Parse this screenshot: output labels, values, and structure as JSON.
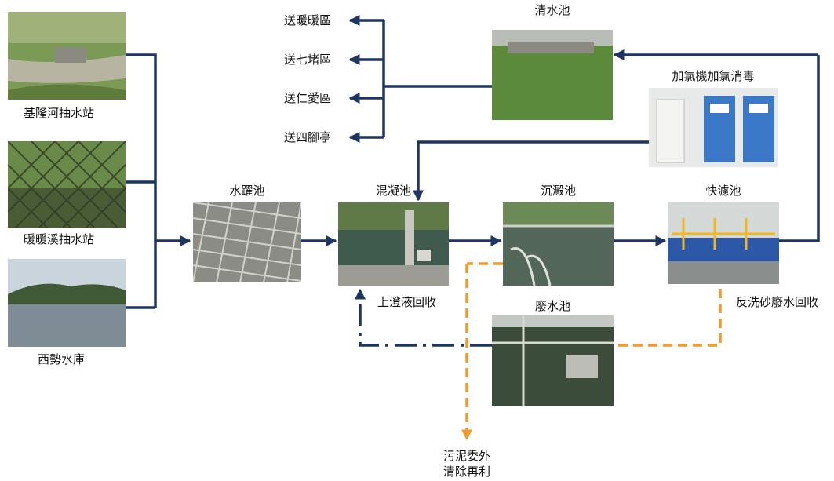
{
  "colors": {
    "flow_line": "#1f3561",
    "sludge_line": "#f29a2e",
    "recycle_line": "#1f3561"
  },
  "sources": [
    {
      "label": "基隆河抽水站",
      "icon": "river-photo"
    },
    {
      "label": "暖暖溪抽水站",
      "icon": "fence-photo"
    },
    {
      "label": "西勢水庫",
      "icon": "reservoir-photo"
    }
  ],
  "stages": {
    "intake": "水躍池",
    "coagulation": "混凝池",
    "sedimentation": "沉澱池",
    "filter": "快濾池",
    "chlorine": "加氯機加氯消毒",
    "clearwell": "清水池",
    "wastewater": "廢水池"
  },
  "destinations": [
    "送暖暖區",
    "送七堵區",
    "送仁愛區",
    "送四腳亭"
  ],
  "notes": {
    "supernatant": "上澄液回收",
    "backwash": "反洗砂廢水回收",
    "sludge": [
      "污泥委外",
      "清除再利"
    ]
  }
}
